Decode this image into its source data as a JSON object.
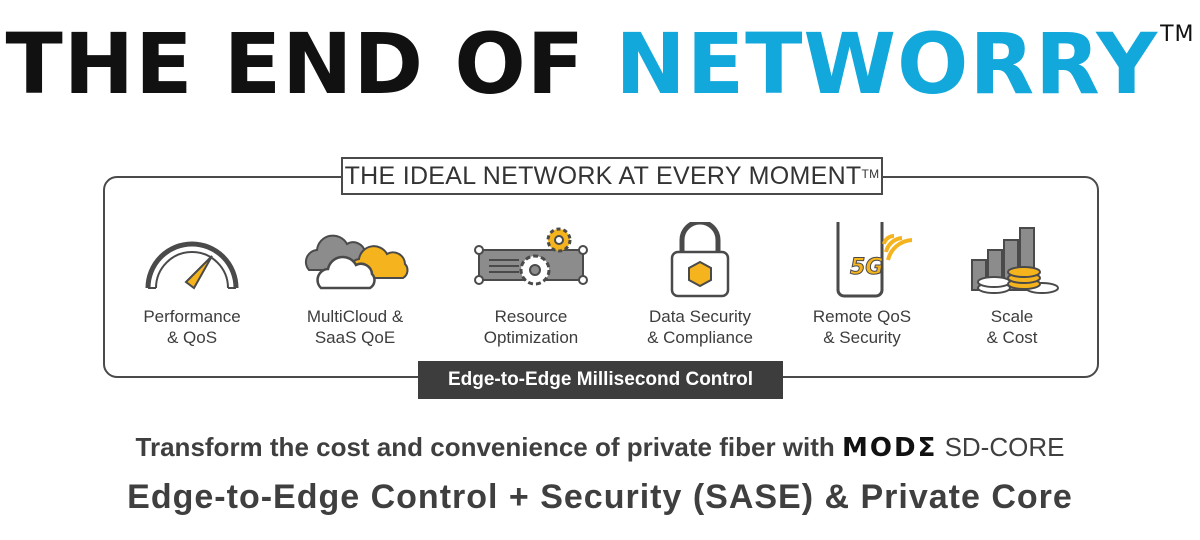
{
  "headline": {
    "part1": "THE END OF ",
    "part2": "NETWORRY",
    "trademark": "TM"
  },
  "panel": {
    "title": "THE IDEAL NETWORK AT EVERY MOMENT",
    "title_trademark": "TM",
    "footer": "Edge-to-Edge Millisecond Control"
  },
  "features": [
    {
      "icon": "gauge-icon",
      "line1": "Performance",
      "line2": "& QoS"
    },
    {
      "icon": "clouds-icon",
      "line1": "MultiCloud &",
      "line2": "SaaS QoE"
    },
    {
      "icon": "server-gear-icon",
      "line1": "Resource",
      "line2": "Optimization"
    },
    {
      "icon": "padlock-icon",
      "line1": "Data Security",
      "line2": "& Compliance"
    },
    {
      "icon": "phone-5g-icon",
      "line1": "Remote QoS",
      "line2": "& Security",
      "badge": "5G"
    },
    {
      "icon": "bars-coins-icon",
      "line1": "Scale",
      "line2": "& Cost"
    }
  ],
  "tagline": {
    "text": "Transform the cost and convenience of private fiber with ",
    "brand": "MODΣ",
    "product": " SD-CORE"
  },
  "subline": "Edge-to-Edge Control + Security (SASE) & Private Core",
  "colors": {
    "accent": "#12a8dc",
    "icon_fill": "#f5b41e",
    "dark": "#3d3d3d"
  }
}
